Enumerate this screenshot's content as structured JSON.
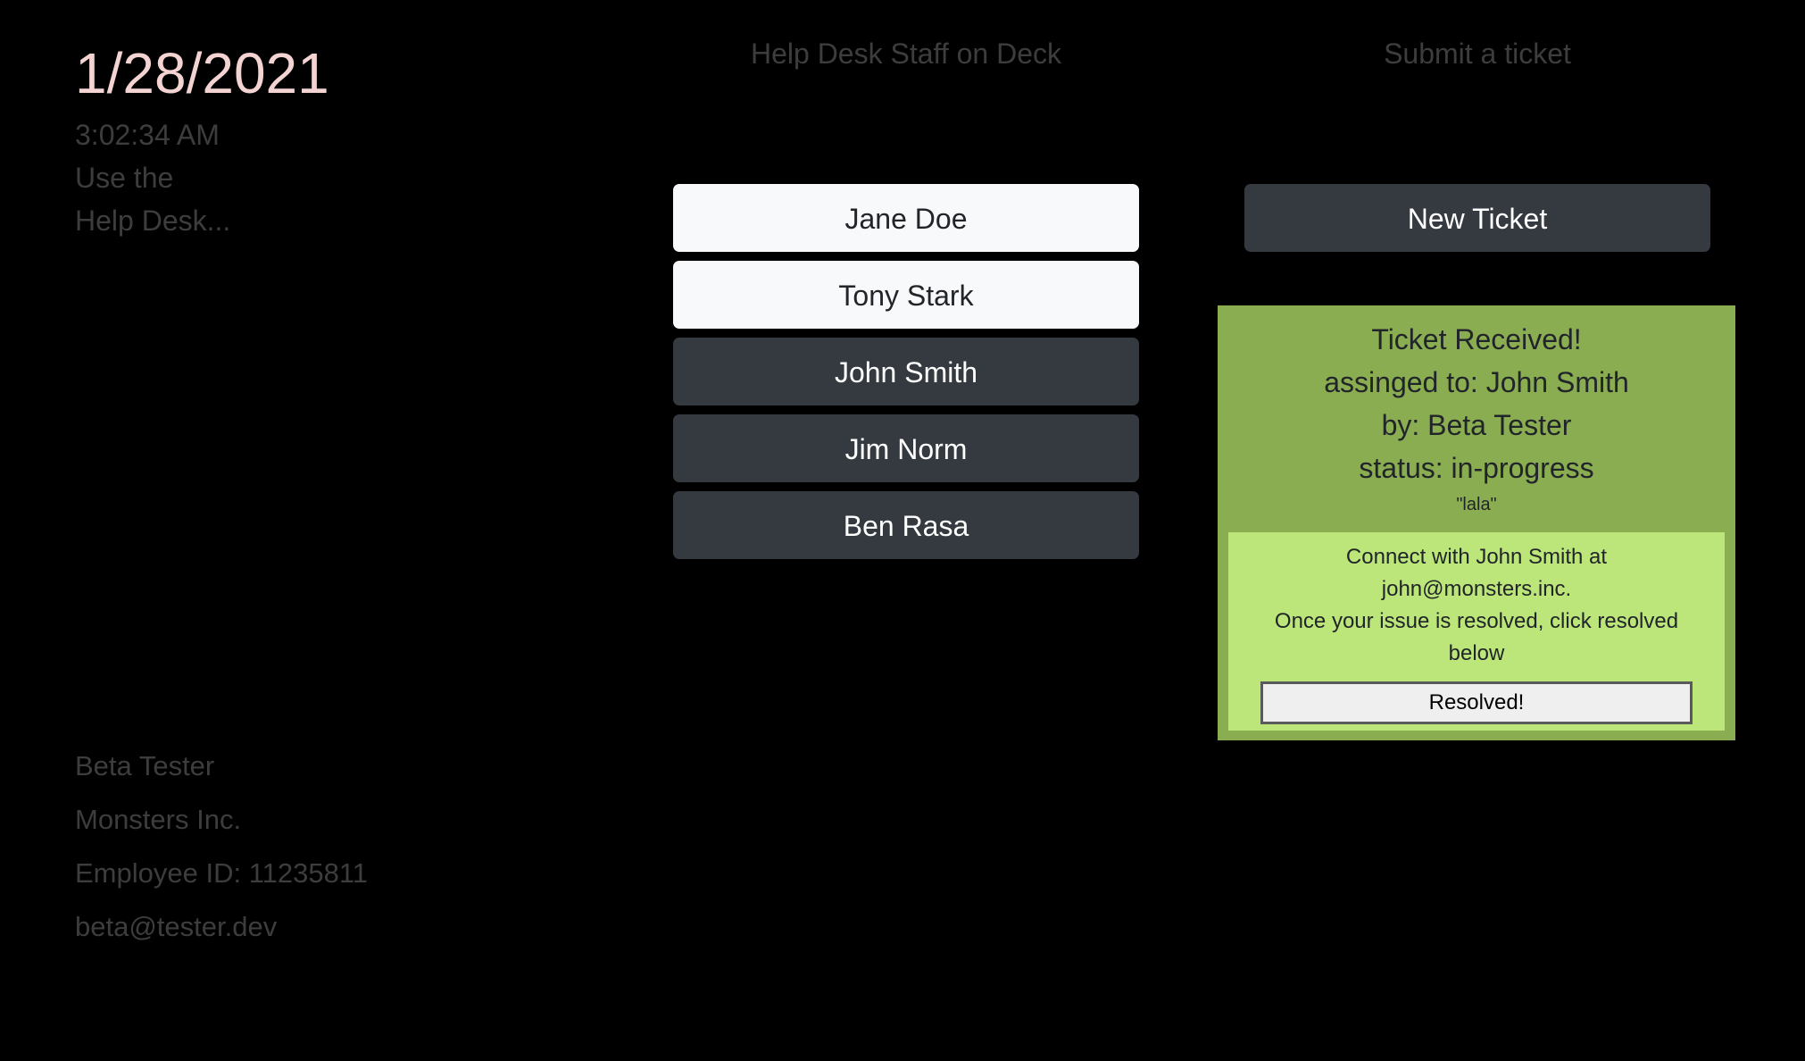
{
  "header": {
    "date": "1/28/2021",
    "time": "3:02:34 AM",
    "intro_line1": "Use the",
    "intro_line2": "Help Desk..."
  },
  "staff": {
    "heading": "Help Desk Staff on Deck",
    "members": [
      {
        "name": "Jane Doe",
        "style": "light"
      },
      {
        "name": "Tony Stark",
        "style": "light"
      },
      {
        "name": "John Smith",
        "style": "dark"
      },
      {
        "name": "Jim Norm",
        "style": "dark"
      },
      {
        "name": "Ben Rasa",
        "style": "dark"
      }
    ]
  },
  "submit": {
    "heading": "Submit a ticket",
    "new_ticket_label": "New Ticket"
  },
  "ticket": {
    "title": "Ticket Received!",
    "assigned": "assinged to: John Smith",
    "by": "by: Beta Tester",
    "status": "status: in-progress",
    "note": "\"lala\"",
    "connect_line1": "Connect with John Smith at",
    "connect_line2": "john@monsters.inc.",
    "connect_line3": "Once your issue is resolved, click resolved",
    "connect_line4": "below",
    "resolved_label": "Resolved!"
  },
  "profile": {
    "name": "Beta Tester",
    "company": "Monsters Inc.",
    "employee_id": "Employee ID: 11235811",
    "email": "beta@tester.dev"
  },
  "colors": {
    "background": "#000000",
    "date_text": "#f4d4d2",
    "muted_text": "#3d3d3d",
    "light_button": "#f8f9fa",
    "dark_button": "#343a40",
    "ticket_card": "#8bad52",
    "connect_box": "#bce67a"
  }
}
